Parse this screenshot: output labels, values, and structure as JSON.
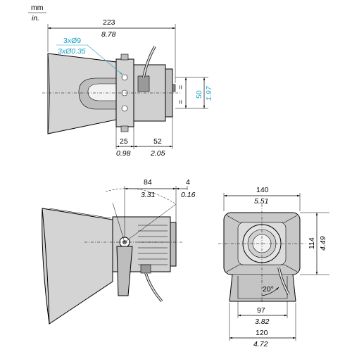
{
  "units": {
    "primary": "mm",
    "secondary": "in."
  },
  "side_view": {
    "overall_length": {
      "mm": "223",
      "in": "8.78"
    },
    "holes": {
      "mm": "3xØ9",
      "in": "3xØ0.35"
    },
    "height_marks": {
      "equal": "=",
      "mm": "50",
      "in": "1.97"
    },
    "bracket_offset": {
      "mm": "25",
      "in": "0.98"
    },
    "body_length": {
      "mm": "52",
      "in": "2.05"
    }
  },
  "top_view": {
    "depth": {
      "mm": "84",
      "in": "3.31"
    },
    "offset": {
      "mm": "4",
      "in": "0.16"
    }
  },
  "front_view": {
    "width": {
      "mm": "140",
      "in": "5.51"
    },
    "height": {
      "mm": "114",
      "in": "4.49"
    },
    "angle": "20°",
    "bracket_inner": {
      "mm": "97",
      "in": "3.82"
    },
    "bracket_outer": {
      "mm": "120",
      "in": "4.72"
    }
  },
  "colors": {
    "body": "#d4d4d4",
    "body_dark": "#a9a9a9",
    "line": "#000000",
    "accent": "#1a9fc0"
  }
}
